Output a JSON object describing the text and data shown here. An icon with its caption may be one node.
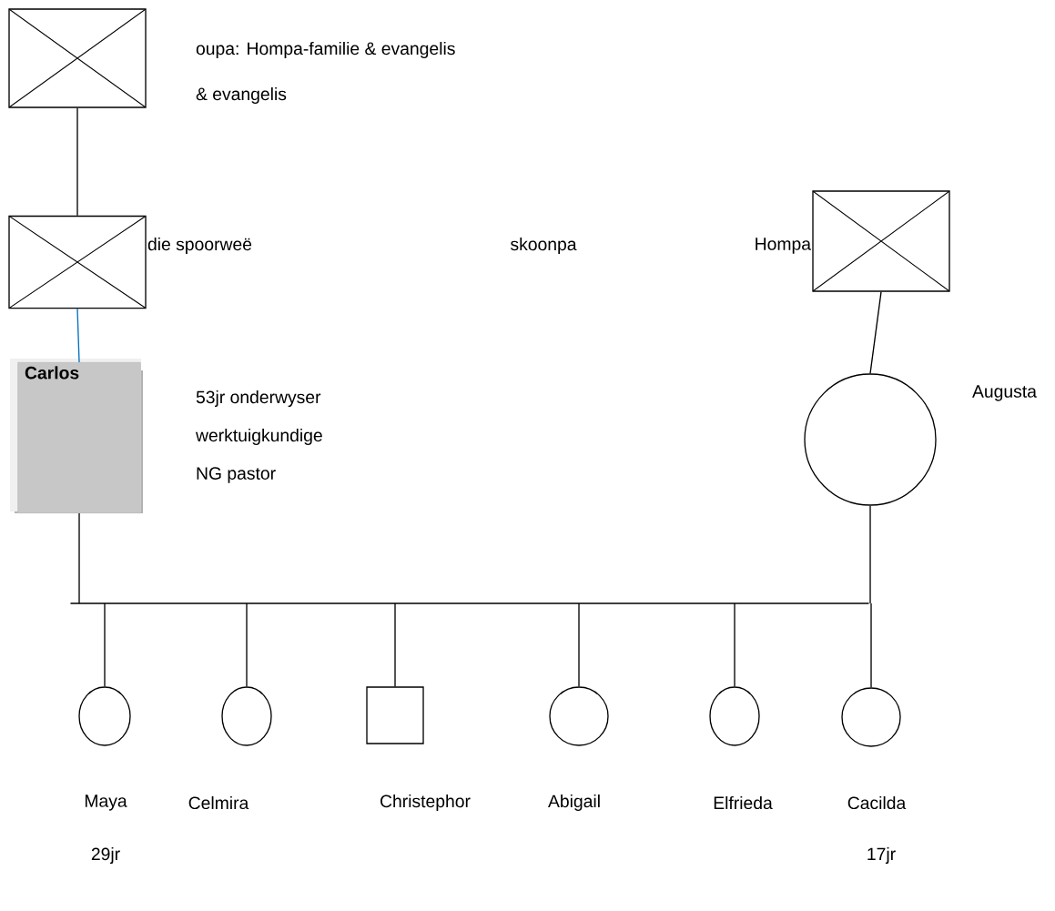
{
  "diagram": {
    "nodes": [
      {
        "text": [],
        "shape": "box",
        "beside": [
          "oupa: Hompa-familie & evangelis",
          "& evangelis"
        ]
      },
      {
        "text": [],
        "shape": "box",
        "beside": [
          "die spoorweë"
        ]
      },
      {
        "text": [],
        "shape": "box",
        "beside": [
          "Hompa"
        ]
      },
      {
        "text": [
          "Carlos"
        ],
        "beside": [
          "53jr onderwyser",
          "werktuigkundige",
          "NG pastor"
        ]
      },
      {
        "text": [],
        "shape": "circle",
        "beside": [
          "Augusta"
        ]
      },
      {
        "text": [],
        "shape": "bar"
      },
      {
        "text": [],
        "shape": "circle",
        "beside": [
          "Maya",
          "29jr"
        ]
      },
      {
        "text": [],
        "shape": "circle",
        "beside": [
          "Celmira"
        ]
      },
      {
        "text": [],
        "shape": "box",
        "beside": [
          "Christephor"
        ]
      },
      {
        "text": [],
        "shape": "circle",
        "beside": [
          "Abigail"
        ]
      },
      {
        "text": [],
        "shape": "circle",
        "beside": [
          "Elfrieda"
        ]
      },
      {
        "text": [],
        "shape": "circle",
        "beside": [
          "Cacilda",
          "17jr"
        ]
      }
    ],
    "edges": [
      {
        "from": 0,
        "to": 1,
        "arrow": "none"
      },
      {
        "from": 1,
        "to": 3,
        "arrow": "none",
        "color": "#0070c0"
      },
      {
        "from": 2,
        "to": 4,
        "arrow": "none"
      },
      {
        "from": 3,
        "to": 5,
        "arrow": "none"
      },
      {
        "from": 4,
        "to": 5,
        "arrow": "none"
      },
      {
        "from": 5,
        "to": 6,
        "arrow": "none"
      },
      {
        "from": 5,
        "to": 7,
        "arrow": "none"
      },
      {
        "from": 5,
        "to": 8,
        "arrow": "none"
      },
      {
        "from": 5,
        "to": 9,
        "arrow": "none"
      },
      {
        "from": 5,
        "to": 10,
        "arrow": "none"
      },
      {
        "from": 5,
        "to": 11,
        "arrow": "none"
      }
    ],
    "labels": [
      "skoonpa"
    ]
  }
}
